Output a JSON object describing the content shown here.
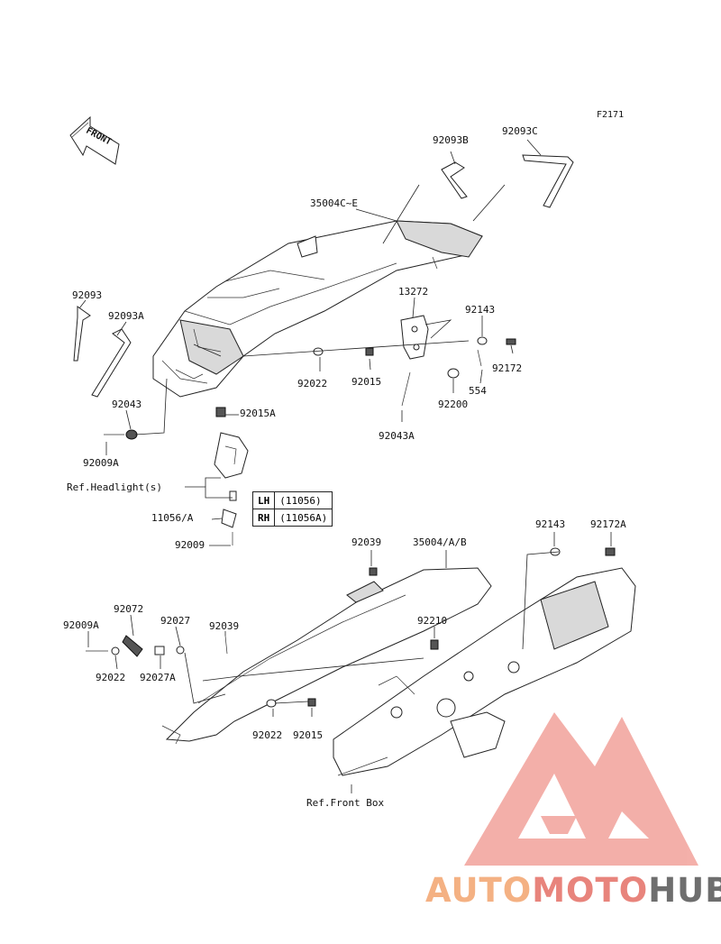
{
  "diagram_code": "F2171",
  "front_label": "FRONT",
  "labels": {
    "p_92093B": "92093B",
    "p_92093C": "92093C",
    "p_35004C_E": "35004C~E",
    "p_92093": "92093",
    "p_92093A": "92093A",
    "p_13272": "13272",
    "p_92143_top": "92143",
    "p_92022_top": "92022",
    "p_92015_top": "92015",
    "p_92172_top": "92172",
    "p_554": "554",
    "p_92200": "92200",
    "p_92043": "92043",
    "p_92015A": "92015A",
    "p_92043A": "92043A",
    "p_92009A": "92009A",
    "ref_headlight": "Ref.Headlight(s)",
    "p_11056A": "11056/A",
    "p_92009": "92009",
    "p_92039_top": "92039",
    "p_35004AB": "35004/A/B",
    "p_92143_bot": "92143",
    "p_92172A": "92172A",
    "p_92072": "92072",
    "p_92027": "92027",
    "p_92009A_bot": "92009A",
    "p_92039_bot": "92039",
    "p_92210": "92210",
    "p_92022_left": "92022",
    "p_92027A": "92027A",
    "p_92022_bot": "92022",
    "p_92015_bot": "92015",
    "ref_front_box": "Ref.Front Box"
  },
  "side_table": {
    "rows": [
      {
        "side": "LH",
        "part": "(11056)"
      },
      {
        "side": "RH",
        "part": "(11056A)"
      }
    ]
  },
  "watermark": {
    "part1": "AUTO",
    "part2": "MOTO",
    "part3": "HUB",
    "colors": {
      "orange": "#f4b183",
      "salmon": "#e8847c",
      "gray": "#6e6e6e"
    }
  }
}
